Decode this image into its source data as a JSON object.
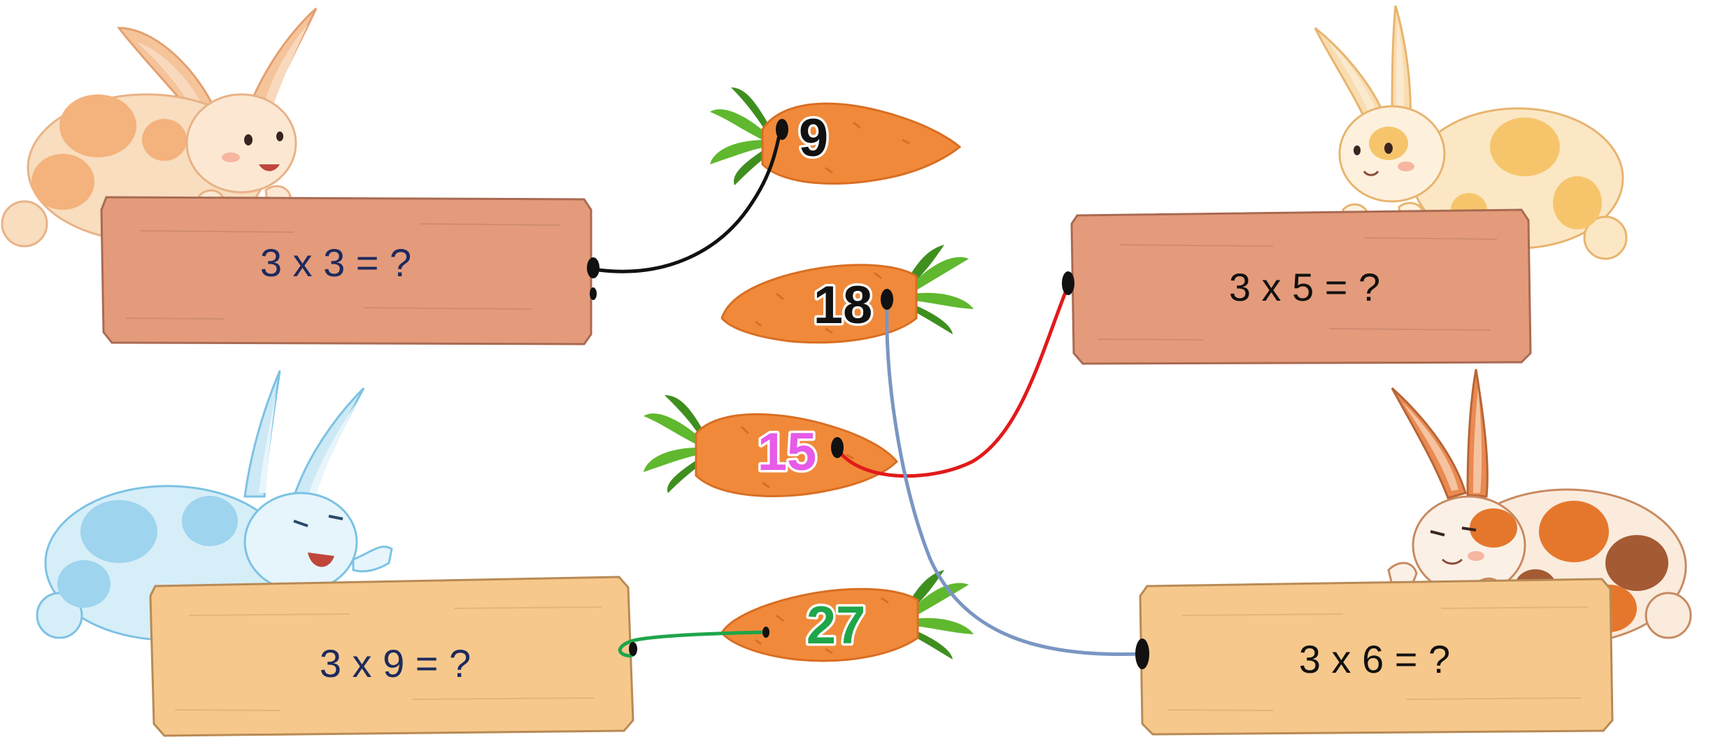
{
  "questions": [
    {
      "id": "q1",
      "text": "3 x 3 = ?",
      "board_color": "#E49B7B",
      "text_color": "#1C2A5E"
    },
    {
      "id": "q2",
      "text": "3 x 5 = ?",
      "board_color": "#E49B7B",
      "text_color": "#111111"
    },
    {
      "id": "q3",
      "text": "3 x 9 = ?",
      "board_color": "#F6C88C",
      "text_color": "#1C2A5E"
    },
    {
      "id": "q4",
      "text": "3 x 6 = ?",
      "board_color": "#F6C88C",
      "text_color": "#111111"
    }
  ],
  "answers": [
    {
      "id": "a1",
      "value": "9",
      "text_color": "#111111"
    },
    {
      "id": "a2",
      "value": "18",
      "text_color": "#111111"
    },
    {
      "id": "a3",
      "value": "15",
      "text_color": "#E65BE8"
    },
    {
      "id": "a4",
      "value": "27",
      "text_color": "#1FA54A"
    }
  ],
  "connections": [
    {
      "question": "3 x 3 = ?",
      "answer": "9",
      "color": "#111111"
    },
    {
      "question": "3 x 5 = ?",
      "answer": "15",
      "color": "#E21A1A"
    },
    {
      "question": "3 x 6 = ?",
      "answer": "18",
      "color": "#7A96C2"
    },
    {
      "question": "3 x 9 = ?",
      "answer": "27",
      "color": "#1FA54A"
    }
  ],
  "colors": {
    "carrot": "#F08A3A",
    "carrot_shade": "#D96E22",
    "leaf": "#5FB82E",
    "leaf_dark": "#3F8F1E"
  }
}
